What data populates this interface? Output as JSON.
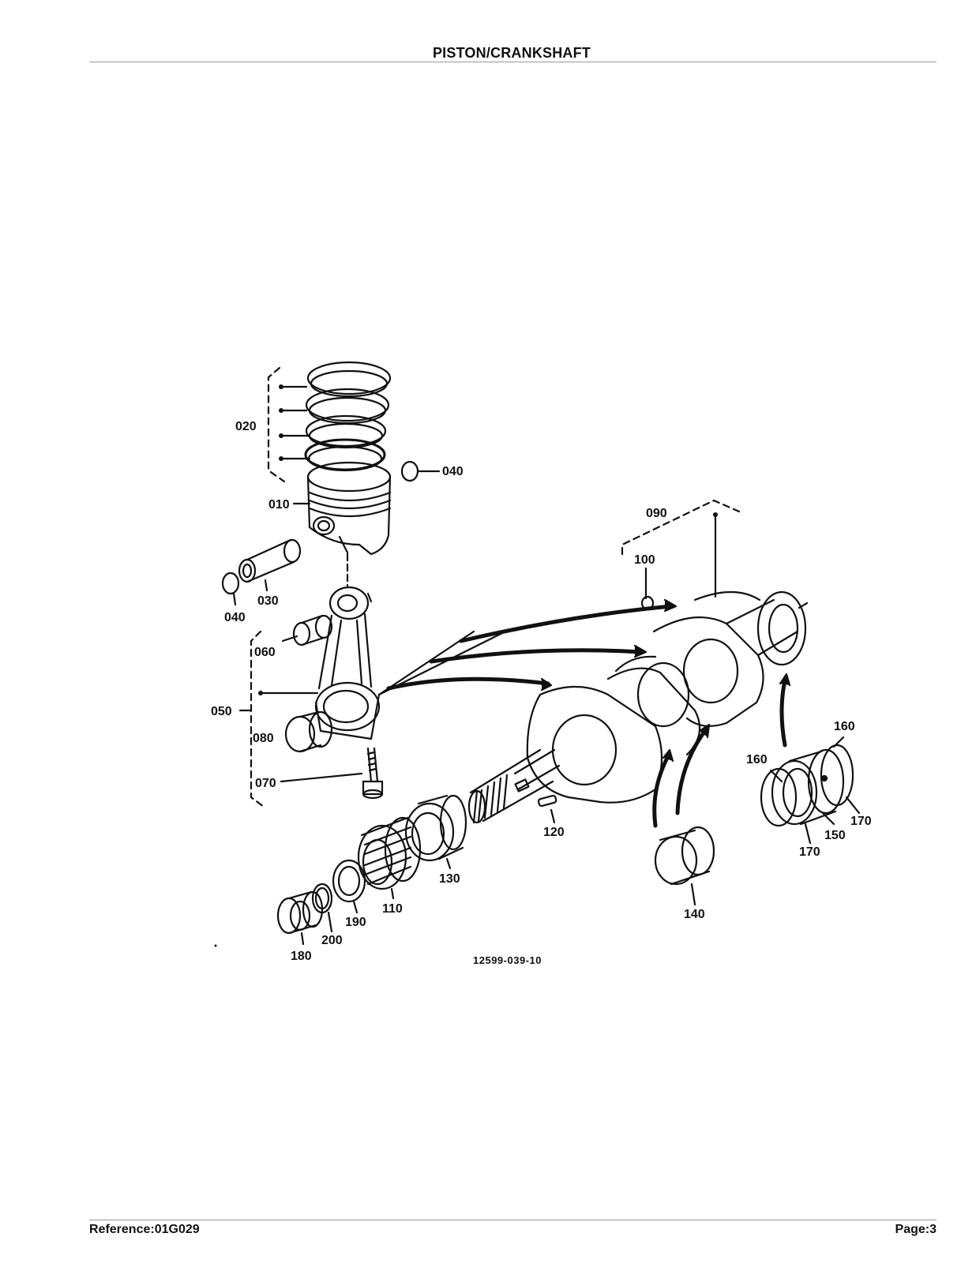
{
  "header": {
    "title": "PISTON/CRANKSHAFT"
  },
  "footer": {
    "reference": "Reference:01G029",
    "page": "Page:3"
  },
  "diagram": {
    "labels": {
      "p010": "010",
      "p020": "020",
      "p030": "030",
      "p040a": "040",
      "p040b": "040",
      "p050": "050",
      "p060": "060",
      "p070": "070",
      "p080": "080",
      "p090": "090",
      "p100": "100",
      "p110": "110",
      "p120": "120",
      "p130": "130",
      "p140": "140",
      "p150": "150",
      "p160a": "160",
      "p160b": "160",
      "p170a": "170",
      "p170b": "170",
      "p180": "180",
      "p190": "190",
      "p200": "200"
    },
    "drawing_code": "12599-039-10"
  }
}
